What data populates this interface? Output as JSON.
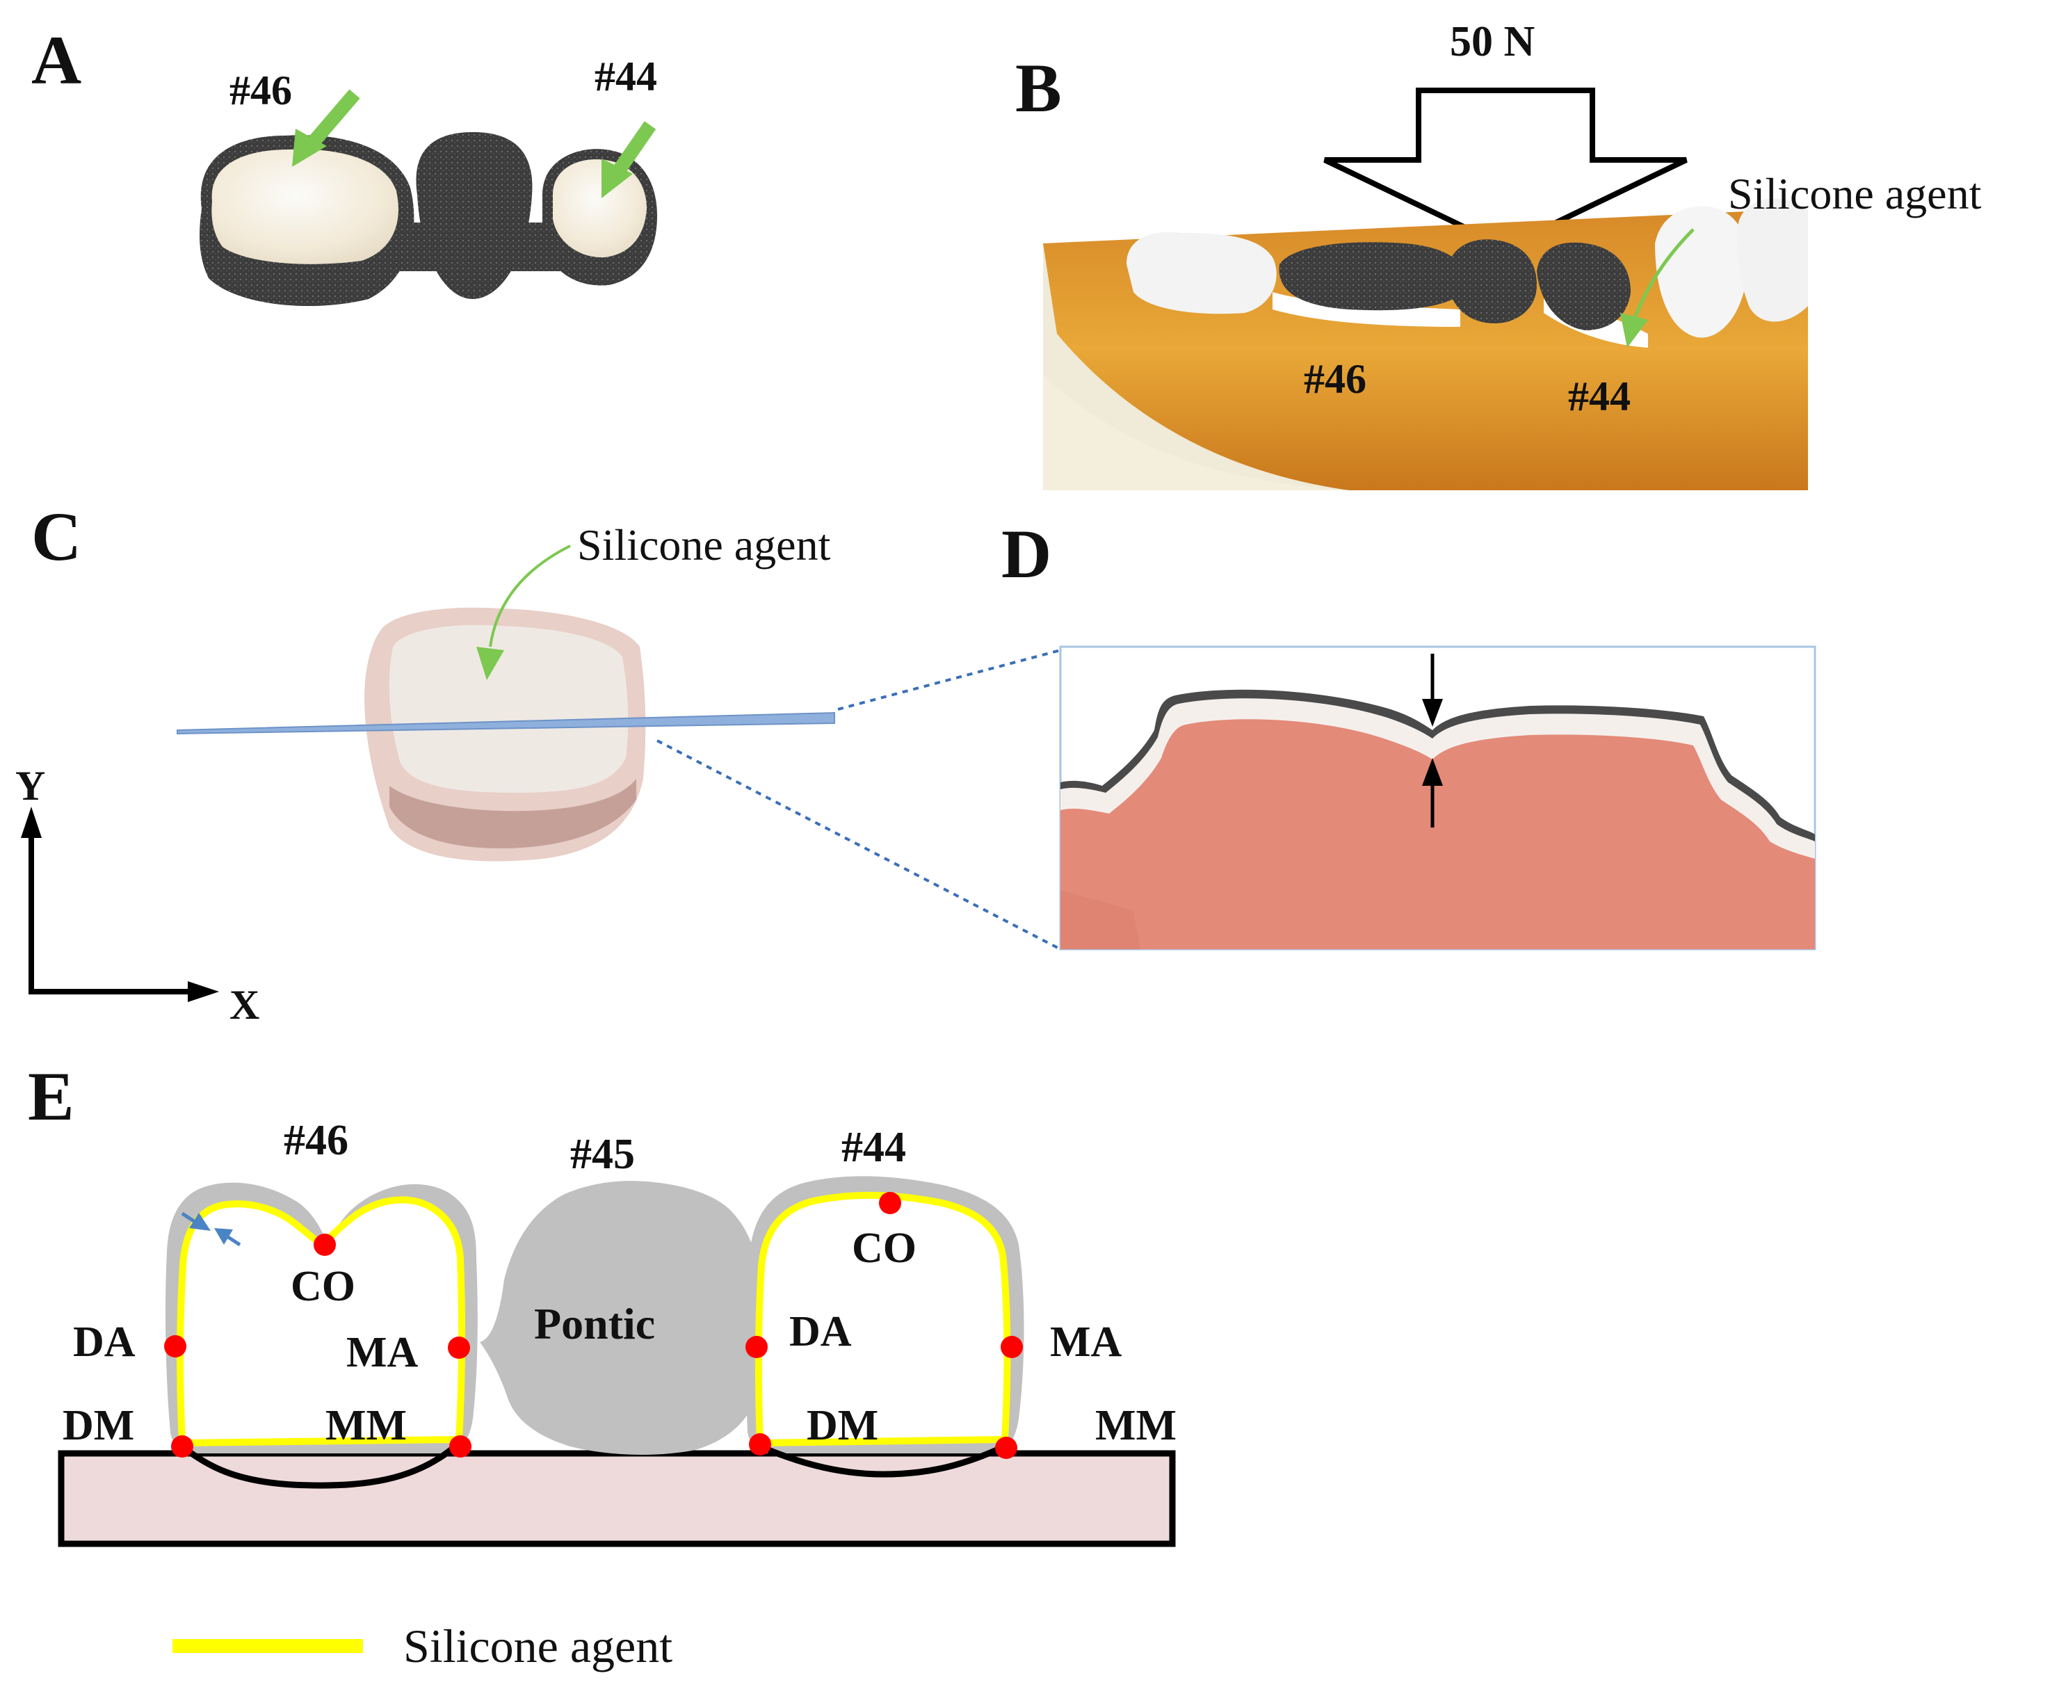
{
  "panels": {
    "A": {
      "label": "A",
      "tooth_46": "#46",
      "tooth_44": "#44"
    },
    "B": {
      "label": "B",
      "force": "50 N",
      "annotation": "Silicone agent",
      "tooth_46": "#46",
      "tooth_44": "#44"
    },
    "C": {
      "label": "C",
      "annotation": "Silicone agent",
      "axis_y": "Y",
      "axis_x": "X"
    },
    "D": {
      "label": "D"
    },
    "E": {
      "label": "E",
      "tooth_46": "#46",
      "tooth_45": "#45",
      "tooth_44": "#44",
      "pontic": "Pontic",
      "points_46": {
        "co": "CO",
        "da": "DA",
        "ma": "MA",
        "dm": "DM",
        "mm": "MM"
      },
      "points_44": {
        "co": "CO",
        "da": "DA",
        "ma": "MA",
        "dm": "DM",
        "mm": "MM"
      },
      "legend": "Silicone agent"
    }
  },
  "colors": {
    "arrow_green": "#7dc851",
    "silicone_yellow": "#ffff00",
    "measure_point_red": "#ff0000",
    "crown_gray": "#c0c0c0",
    "base_pink": "#eedada",
    "section_pink": "#e48a78",
    "plane_blue": "#8fb0dd",
    "small_arrow_blue": "#4a84c4"
  }
}
